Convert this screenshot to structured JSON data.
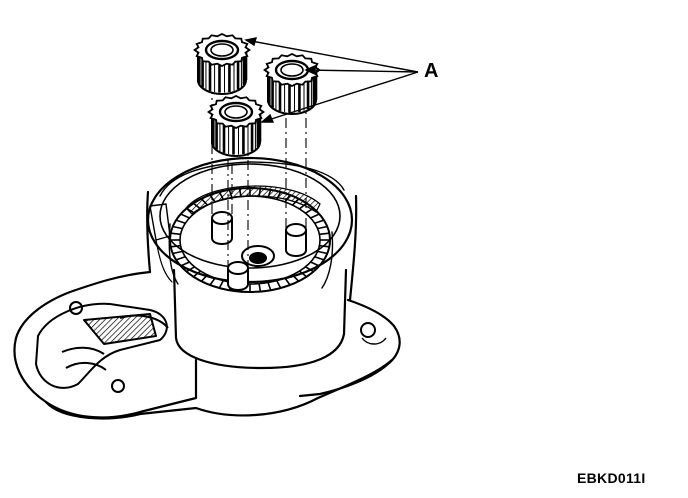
{
  "diagram": {
    "callout_label": "A",
    "figure_code": "EBKD011I",
    "parts": [
      {
        "id": "planet-gear",
        "count": 3
      }
    ]
  },
  "colors": {
    "ink": "#000000",
    "paper": "#ffffff"
  }
}
